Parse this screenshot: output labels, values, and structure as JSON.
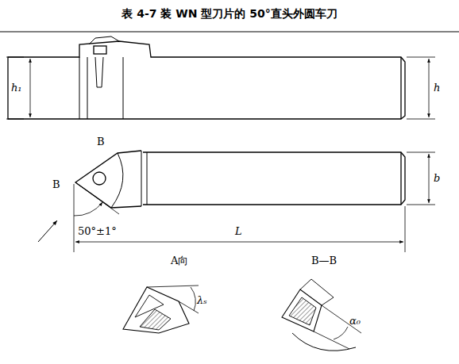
{
  "diagram": {
    "title": "表 4-7 装 WN 型刀片的 50°直头外圆车刀",
    "labels": [
      "h₁",
      "h",
      "B",
      "B",
      "b",
      "50°±1°",
      "L",
      "A向",
      "B—B",
      "λₛ",
      "α₀"
    ]
  }
}
